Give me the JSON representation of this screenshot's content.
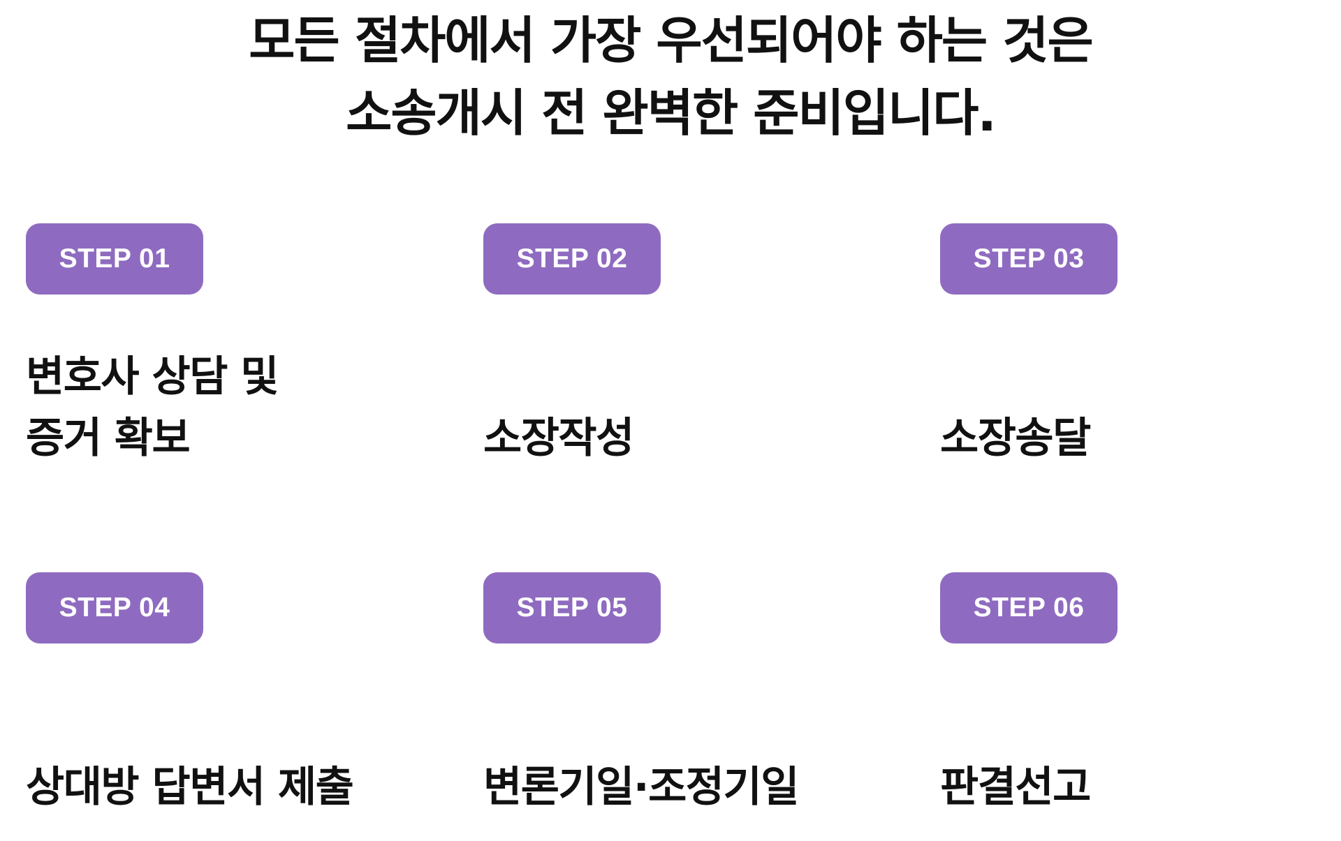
{
  "headline": {
    "line1": "모든 절차에서 가장 우선되어야 하는 것은",
    "line2": "소송개시 전 완벽한 준비입니다."
  },
  "steps": [
    {
      "badge": "STEP 01",
      "title_line1": "변호사 상담 및",
      "title_line2": "증거 확보"
    },
    {
      "badge": "STEP 02",
      "title": "소장작성"
    },
    {
      "badge": "STEP 03",
      "title": "소장송달"
    },
    {
      "badge": "STEP 04",
      "title": "상대방 답변서 제출"
    },
    {
      "badge": "STEP 05",
      "title": "변론기일·조정기일"
    },
    {
      "badge": "STEP 06",
      "title": "판결선고"
    }
  ],
  "colors": {
    "badge_background": "#8e6bc0",
    "badge_text": "#ffffff",
    "text": "#111111",
    "background": "#ffffff"
  }
}
